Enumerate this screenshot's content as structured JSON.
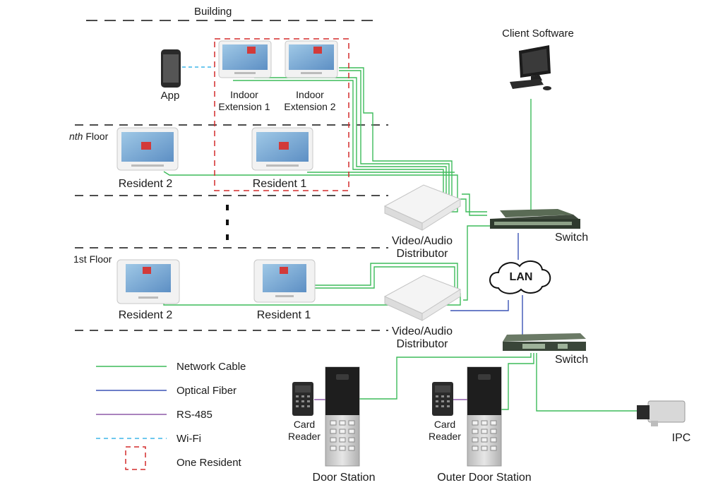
{
  "labels": {
    "building": "Building",
    "client_software": "Client Software",
    "app": "App",
    "indoor_ext1": "Indoor\nExtension 1",
    "indoor_ext2": "Indoor\nExtension 2",
    "nth_floor_prefix": "nth",
    "nth_floor_suffix": " Floor",
    "first_floor": "1st Floor",
    "nth_resident2": "Resident 2",
    "nth_resident1": "Resident 1",
    "first_resident2": "Resident 2",
    "first_resident1": "Resident 1",
    "distributor_top": "Video/Audio\nDistributor",
    "distributor_bottom": "Video/Audio\nDistributor",
    "switch_top": "Switch",
    "switch_bottom": "Switch",
    "lan": "LAN",
    "card_reader_1": "Card\nReader",
    "card_reader_2": "Card\nReader",
    "door_station": "Door Station",
    "outer_door_station": "Outer Door Station",
    "ipc": "IPC"
  },
  "legend": [
    {
      "label": "Network Cable",
      "color": "#3dbb5a",
      "style": "solid"
    },
    {
      "label": "Optical Fiber",
      "color": "#3b54b5",
      "style": "solid"
    },
    {
      "label": "RS-485",
      "color": "#8e5aa8",
      "style": "solid"
    },
    {
      "label": "Wi-Fi",
      "color": "#3fb6e8",
      "style": "dashed"
    },
    {
      "label": "One Resident",
      "color": "#d42b2b",
      "style": "box"
    }
  ],
  "colors": {
    "network": "#3dbb5a",
    "fiber": "#3b54b5",
    "rs485": "#8e5aa8",
    "wifi": "#3fb6e8",
    "resident": "#d42b2b",
    "floor_line": "#111111"
  }
}
